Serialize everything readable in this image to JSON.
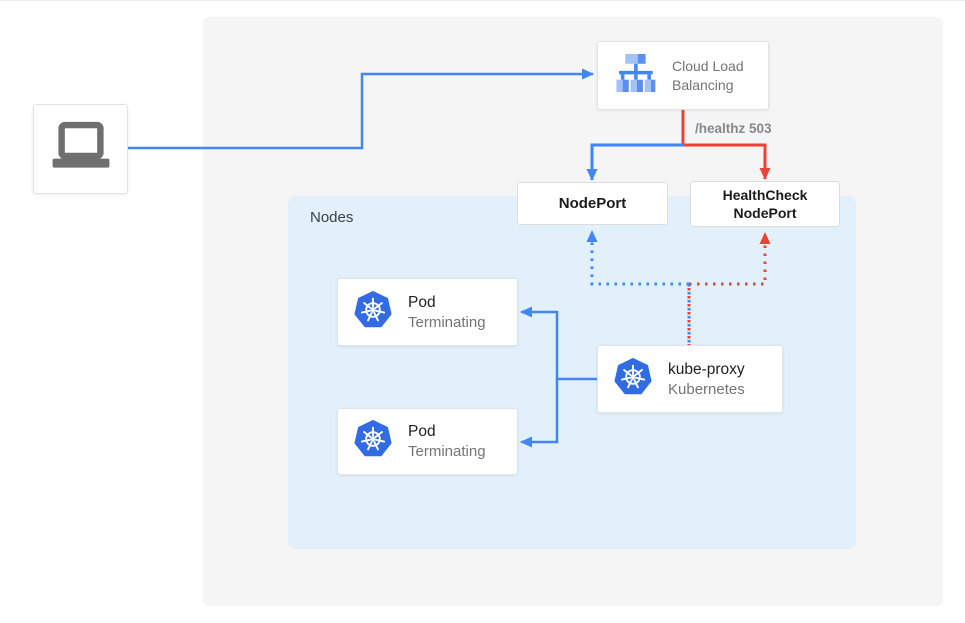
{
  "diagram": {
    "client": {
      "icon": "laptop"
    },
    "load_balancer": {
      "label": "Cloud Load Balancing",
      "icon": "load-balancer"
    },
    "request_path_label": "/healthz 503",
    "node_port": {
      "label": "NodePort"
    },
    "health_check_node_port": {
      "label": "HealthCheck NodePort"
    },
    "nodes_group": {
      "label": "Nodes"
    },
    "pods": [
      {
        "title": "Pod",
        "status": "Terminating"
      },
      {
        "title": "Pod",
        "status": "Terminating"
      }
    ],
    "kube_proxy": {
      "title": "kube-proxy",
      "subtitle": "Kubernetes"
    },
    "colors": {
      "traffic_blue": "#4285F4",
      "health_red": "#EA4335",
      "nodes_background": "#E2F0FB",
      "canvas_background": "#F5F5F5",
      "kubernetes_blue": "#326CE5",
      "icon_gray": "#6F6F6F"
    }
  }
}
